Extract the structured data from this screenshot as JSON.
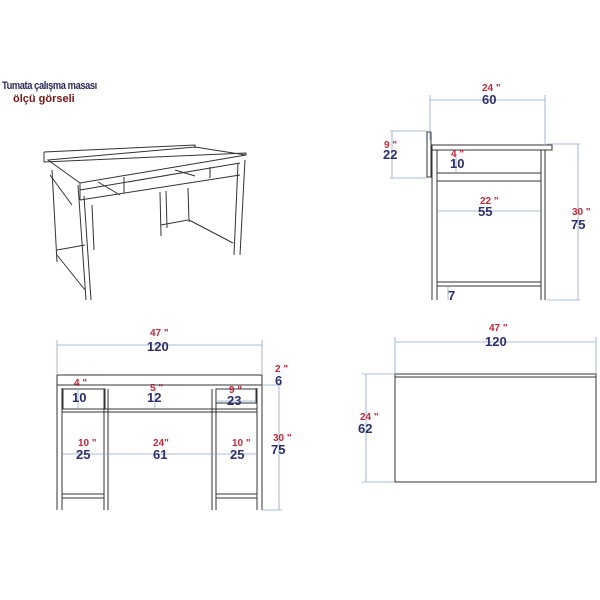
{
  "title": {
    "line1": "Tumata çalışma masası",
    "line2": "ölçü görseli"
  },
  "colors": {
    "inch_label": "#c0283a",
    "cm_label": "#2c2f6e",
    "dimension_line": "#8fa6c8",
    "outline": "#333333"
  },
  "side_view": {
    "width_in": "24 \"",
    "width_cm": "60",
    "backboard_in": "9 \"",
    "backboard_cm": "22",
    "shelf_in": "4 \"",
    "shelf_cm": "10",
    "inner_in": "22 \"",
    "inner_cm": "55",
    "height_in": "30 \"",
    "height_cm": "75",
    "foot_cm": "7"
  },
  "front_view": {
    "width_in": "47 \"",
    "width_cm": "120",
    "top_in": "2 \"",
    "top_cm": "6",
    "left_shelf_in": "4 \"",
    "left_shelf_cm": "10",
    "mid_shelf_in": "5 \"",
    "mid_shelf_cm": "12",
    "right_shelf_in": "9 \"",
    "right_shelf_cm": "23",
    "left_gap_in": "10 \"",
    "left_gap_cm": "25",
    "center_gap_in": "24\"",
    "center_gap_cm": "61",
    "right_gap_in": "10 \"",
    "right_gap_cm": "25",
    "height_in": "30 \"",
    "height_cm": "75"
  },
  "top_view": {
    "width_in": "47 \"",
    "width_cm": "120",
    "depth_in": "24 \"",
    "depth_cm": "62"
  }
}
